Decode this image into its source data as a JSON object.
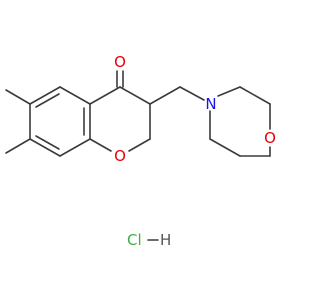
{
  "molecule": {
    "atoms": {
      "carbonyl_o": "O",
      "ring_o": "O",
      "morpholine_n": "N",
      "morpholine_o": "O"
    },
    "salt": {
      "cl": "Cl",
      "h": "H"
    },
    "colors": {
      "bond": "#3b3b3b",
      "oxygen": "#e8000b",
      "nitrogen": "#1515e6",
      "salt": "#3bb143",
      "hydrogen": "#555555"
    }
  }
}
